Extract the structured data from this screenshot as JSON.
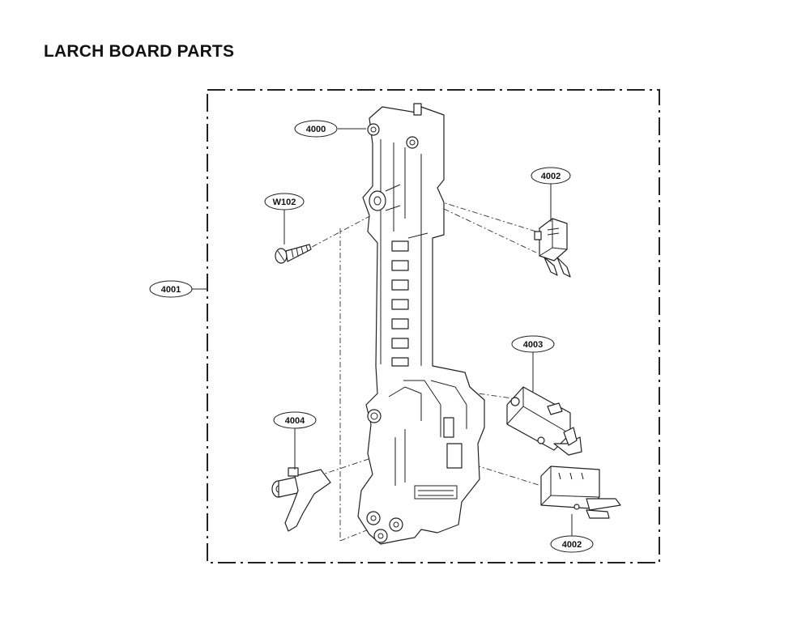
{
  "title": "LARCH BOARD PARTS",
  "callouts": {
    "c4000": "4000",
    "c4001": "4001",
    "c4002_top": "4002",
    "c4002_bottom": "4002",
    "c4003": "4003",
    "c4004": "4004",
    "cW102": "W102"
  }
}
